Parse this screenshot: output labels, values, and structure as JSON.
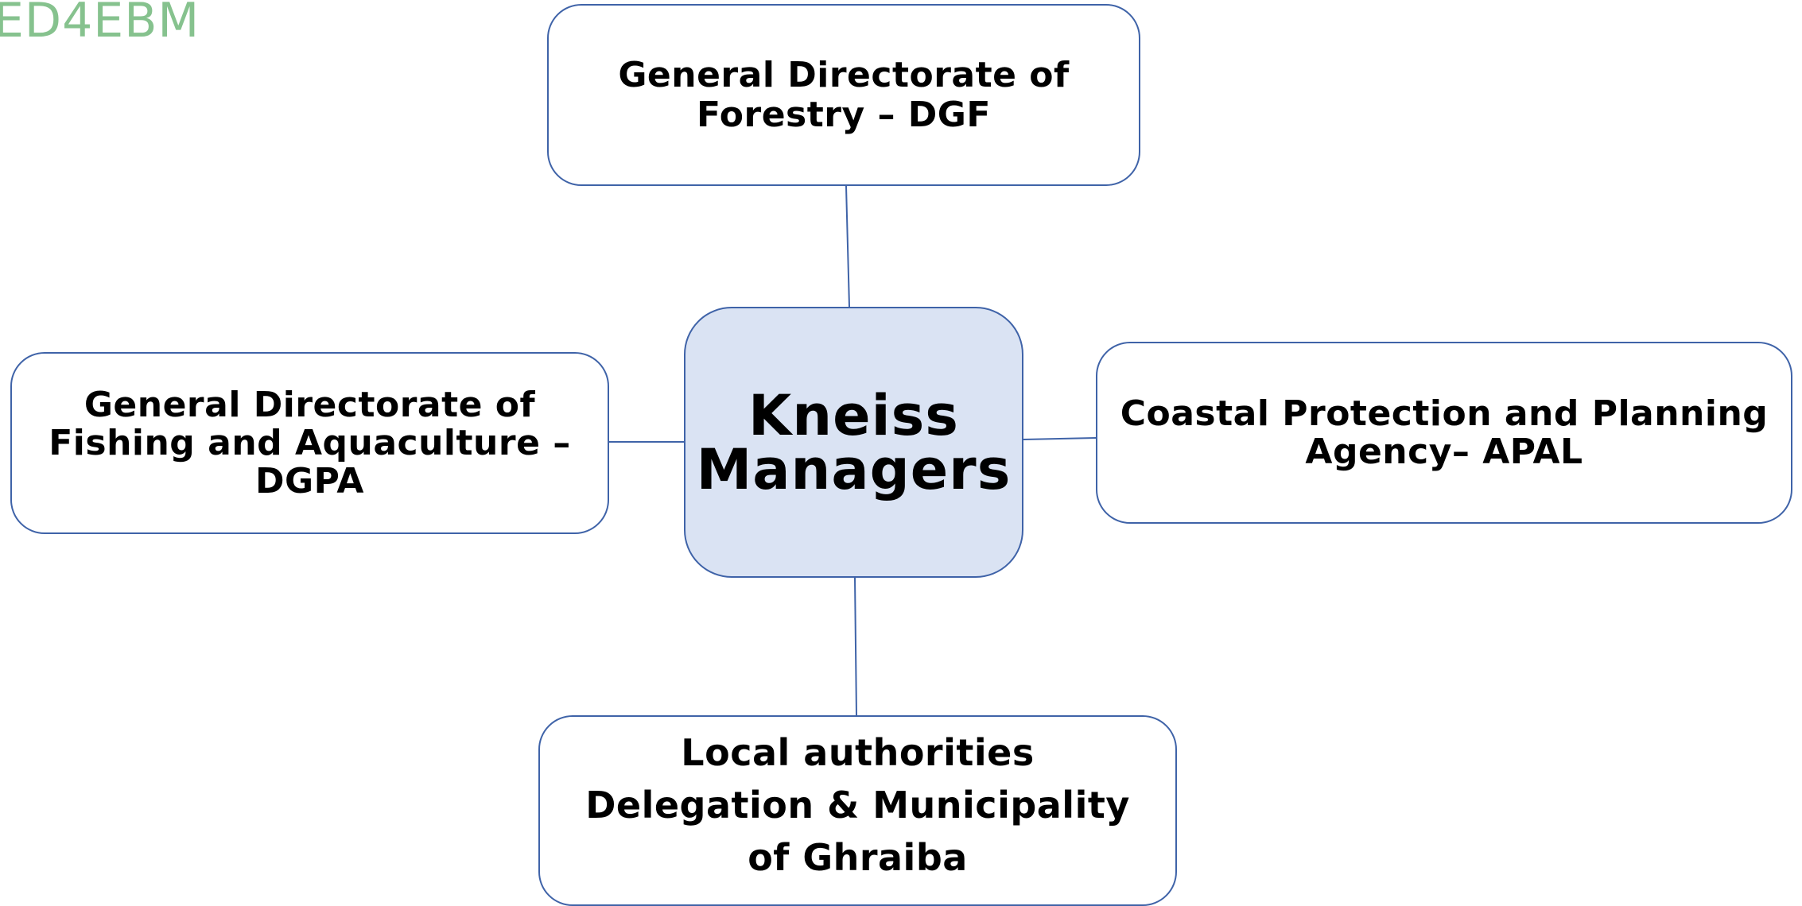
{
  "watermark": "ED4EBM",
  "diagram": {
    "center": "Kneiss\nManagers",
    "nodes": {
      "top": "General Directorate of\nForestry – DGF",
      "left": "General Directorate of\nFishing and Aquaculture –\nDGPA",
      "right": "Coastal Protection and Planning\nAgency– APAL",
      "bottom": "Local authorities\nDelegation  & Municipality\nof Ghraiba"
    }
  },
  "colors": {
    "border": "#3f63a8",
    "center_fill": "#dae3f3",
    "watermark": "#86c28e"
  }
}
